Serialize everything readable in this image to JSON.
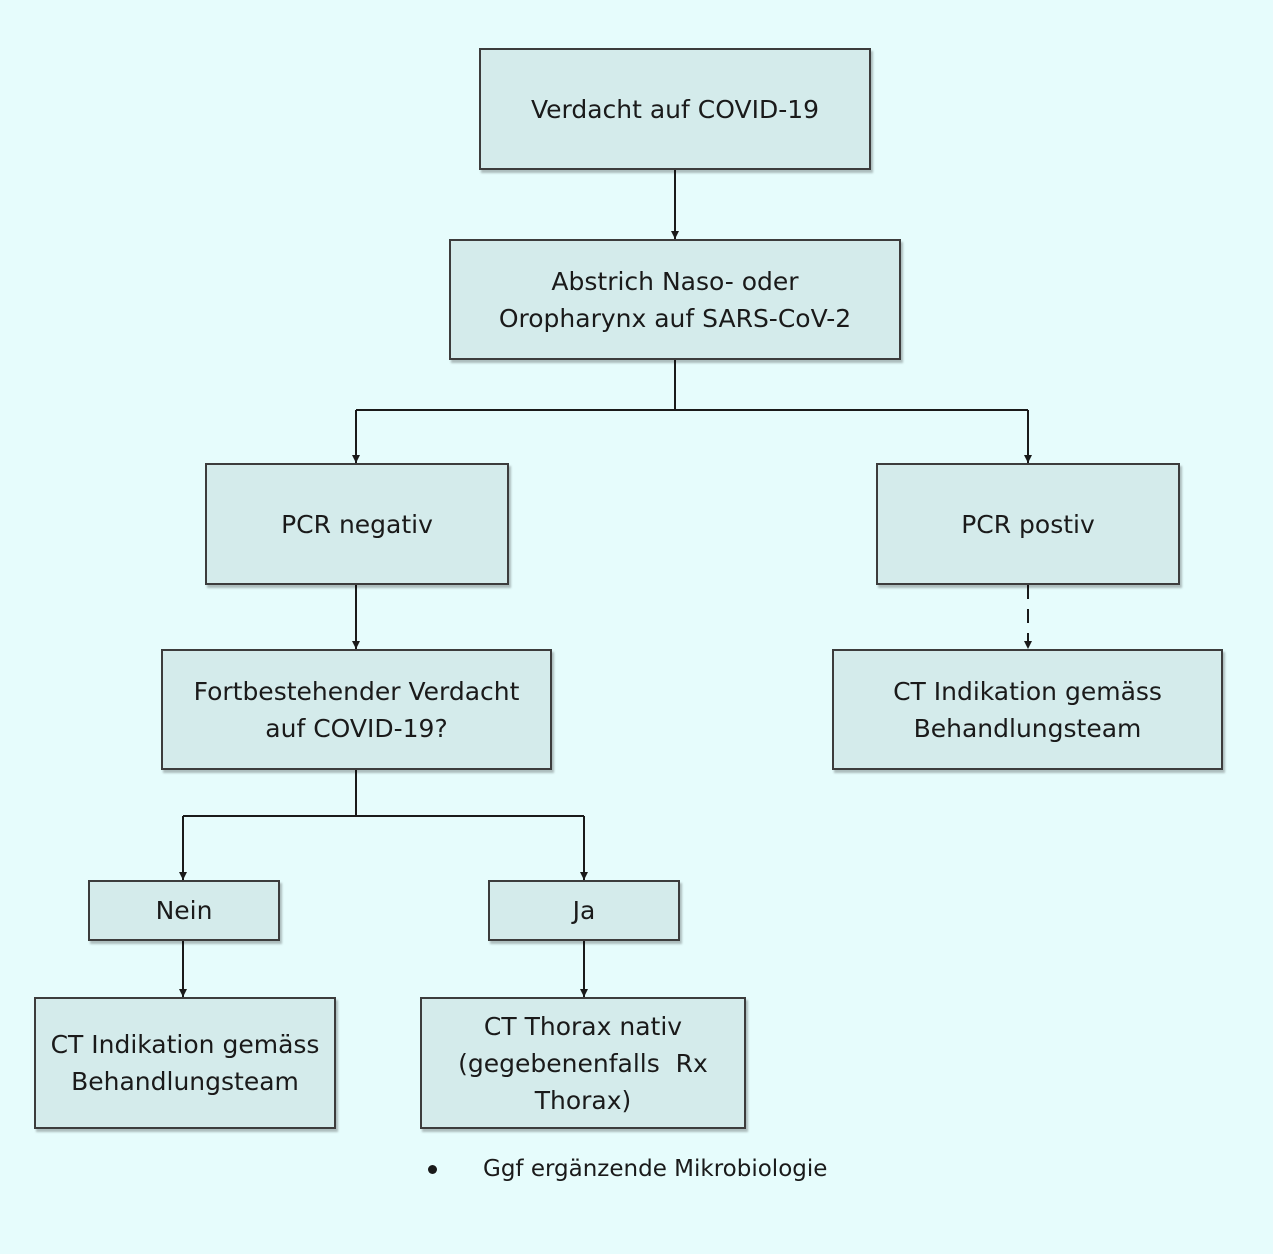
{
  "nodes": {
    "verdacht": {
      "label": "Verdacht auf COVID-19"
    },
    "abstrich": {
      "line1": "Abstrich Naso- oder",
      "line2": "Oropharynx auf SARS-CoV-2"
    },
    "pcr_negativ": {
      "label": "PCR negativ"
    },
    "pcr_positiv": {
      "label": "PCR postiv"
    },
    "fortbestehend": {
      "line1": "Fortbestehender Verdacht",
      "line2": "auf COVID-19?"
    },
    "ct_indikation_rechts": {
      "line1": "CT Indikation gemäss",
      "line2": "Behandlungsteam"
    },
    "nein": {
      "label": "Nein"
    },
    "ja": {
      "label": "Ja"
    },
    "ct_indikation_links": {
      "line1": "CT Indikation gemäss",
      "line2": "Behandlungsteam"
    },
    "ct_thorax": {
      "line1": "CT Thorax nativ",
      "line2": "(gegebenenfalls  Rx",
      "line3": "Thorax)"
    }
  },
  "footnote": {
    "text": "Ggf ergänzende Mikrobiologie"
  }
}
